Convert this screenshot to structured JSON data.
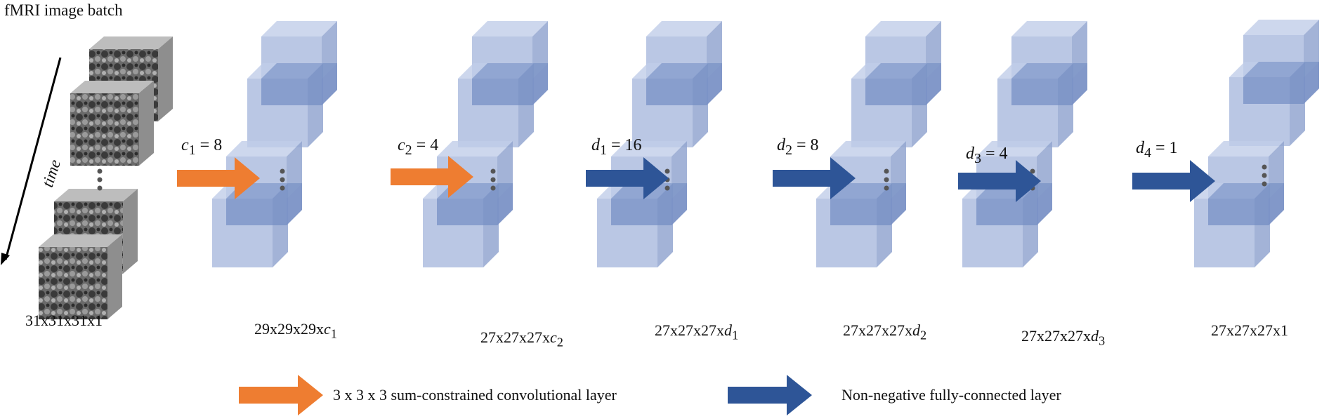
{
  "title": "fMRI image batch",
  "time_label": "time",
  "input_dim": "31x31x31x1",
  "layers": [
    {
      "param_var": "c",
      "param_sub": "1",
      "param_val": "8",
      "dim_prefix": "29x29x29x",
      "dim_var": "c",
      "dim_sub": "1"
    },
    {
      "param_var": "c",
      "param_sub": "2",
      "param_val": "4",
      "dim_prefix": "27x27x27x",
      "dim_var": "c",
      "dim_sub": "2"
    },
    {
      "param_var": "d",
      "param_sub": "1",
      "param_val": "16",
      "dim_prefix": "27x27x27x",
      "dim_var": "d",
      "dim_sub": "1"
    },
    {
      "param_var": "d",
      "param_sub": "2",
      "param_val": "8",
      "dim_prefix": "27x27x27x",
      "dim_var": "d",
      "dim_sub": "2"
    },
    {
      "param_var": "d",
      "param_sub": "3",
      "param_val": "4",
      "dim_prefix": "27x27x27x",
      "dim_var": "d",
      "dim_sub": "3"
    },
    {
      "param_var": "d",
      "param_sub": "4",
      "param_val": "1",
      "dim_prefix": "27x27x27x1",
      "dim_var": "",
      "dim_sub": ""
    }
  ],
  "legend": {
    "conv_label": "3 x 3 x 3 sum-constrained convolutional layer",
    "fc_label": "Non-negative fully-connected layer"
  },
  "colors": {
    "orange": "#ee7d31",
    "blue": "#2e5597",
    "cube_front": "#a7b7dc",
    "cube_top": "#c1cde8",
    "cube_side": "#93a6d0",
    "overlap": "#6c86c0"
  }
}
